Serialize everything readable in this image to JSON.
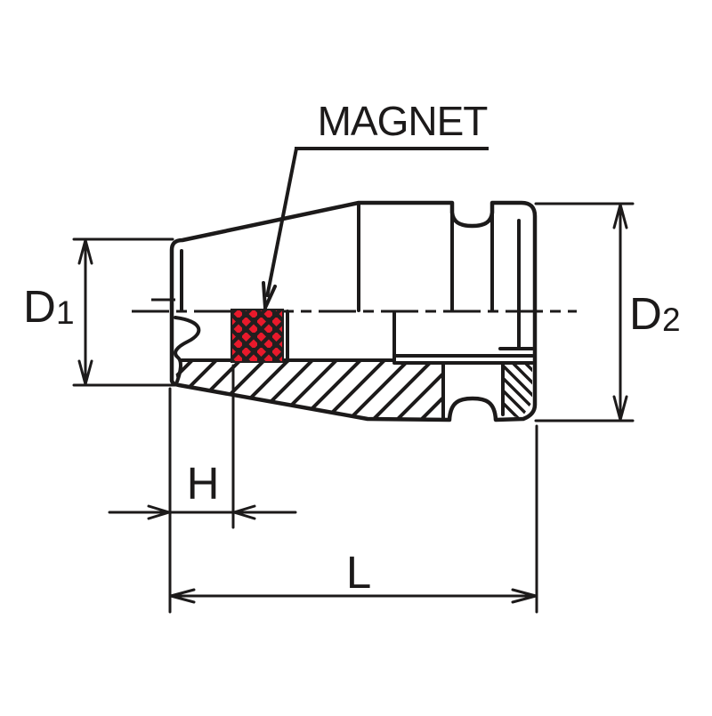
{
  "drawing": {
    "type": "technical-cross-section",
    "subject": "magnet socket side view with half section",
    "title_label": "MAGNET",
    "dimensions": {
      "d1_main": "D",
      "d1_sub": "1",
      "d2_main": "D",
      "d2_sub": "2",
      "h_label": "H",
      "l_label": "L"
    },
    "callouts": [
      {
        "label": "MAGNET",
        "points_to": "red hatched magnet insert inside socket bore"
      }
    ],
    "colors": {
      "line": "#1c1a1a",
      "magnet_dots": "#e9192b",
      "magnet_body": "#221f1f",
      "background": "#ffffff"
    }
  }
}
